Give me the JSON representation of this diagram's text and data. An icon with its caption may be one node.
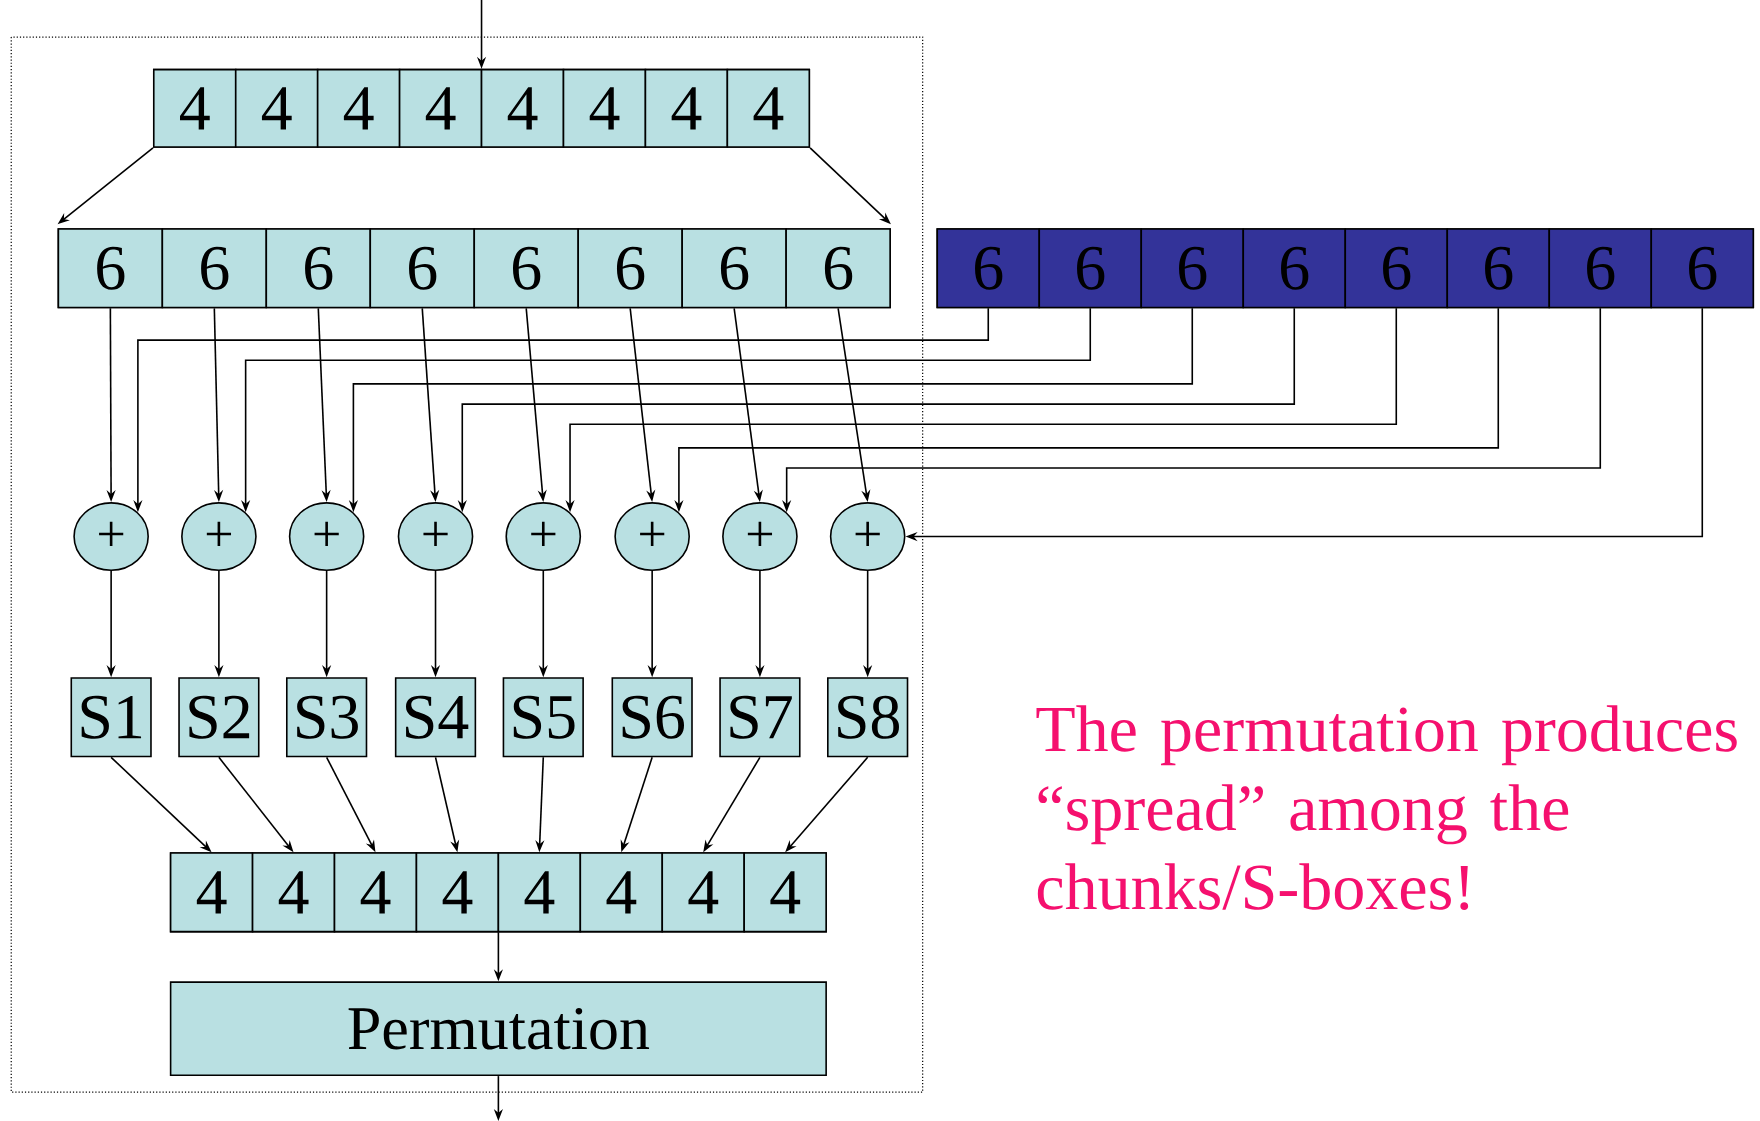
{
  "diagram": {
    "nodes": [
      {
        "text": [],
        "shape": "bar"
      },
      {
        "text": [
          "4"
        ],
        "in": 0
      },
      {
        "text": [
          "4"
        ],
        "in": 0
      },
      {
        "text": [
          "4"
        ],
        "in": 0
      },
      {
        "text": [
          "4"
        ],
        "in": 0
      },
      {
        "text": [
          "4"
        ],
        "in": 0
      },
      {
        "text": [
          "4"
        ],
        "in": 0
      },
      {
        "text": [
          "4"
        ],
        "in": 0
      },
      {
        "text": [
          "4"
        ],
        "in": 0
      },
      {
        "text": [],
        "shape": "bar"
      },
      {
        "text": [
          "6"
        ],
        "in": 9
      },
      {
        "text": [
          "6"
        ],
        "in": 9
      },
      {
        "text": [
          "6"
        ],
        "in": 9
      },
      {
        "text": [
          "6"
        ],
        "in": 9
      },
      {
        "text": [
          "6"
        ],
        "in": 9
      },
      {
        "text": [
          "6"
        ],
        "in": 9
      },
      {
        "text": [
          "6"
        ],
        "in": 9
      },
      {
        "text": [
          "6"
        ],
        "in": 9
      },
      {
        "text": [],
        "shape": "bar"
      },
      {
        "text": [
          "6"
        ],
        "in": 18
      },
      {
        "text": [
          "6"
        ],
        "in": 18
      },
      {
        "text": [
          "6"
        ],
        "in": 18
      },
      {
        "text": [
          "6"
        ],
        "in": 18
      },
      {
        "text": [
          "6"
        ],
        "in": 18
      },
      {
        "text": [
          "6"
        ],
        "in": 18
      },
      {
        "text": [
          "6"
        ],
        "in": 18
      },
      {
        "text": [
          "6"
        ],
        "in": 18
      },
      {
        "text": [
          "+"
        ]
      },
      {
        "text": [
          "+"
        ]
      },
      {
        "text": [
          "+"
        ]
      },
      {
        "text": [
          "+"
        ]
      },
      {
        "text": [
          "+"
        ]
      },
      {
        "text": [
          "+"
        ]
      },
      {
        "text": [
          "+"
        ]
      },
      {
        "text": [
          "+"
        ]
      },
      {
        "text": [
          "S1"
        ]
      },
      {
        "text": [
          "S2"
        ]
      },
      {
        "text": [
          "S3"
        ]
      },
      {
        "text": [
          "S4"
        ]
      },
      {
        "text": [
          "S5"
        ]
      },
      {
        "text": [
          "S6"
        ]
      },
      {
        "text": [
          "S7"
        ]
      },
      {
        "text": [
          "S8"
        ]
      },
      {
        "text": [],
        "shape": "bar"
      },
      {
        "text": [
          "4"
        ],
        "in": 43
      },
      {
        "text": [
          "4"
        ],
        "in": 43
      },
      {
        "text": [
          "4"
        ],
        "in": 43
      },
      {
        "text": [
          "4"
        ],
        "in": 43
      },
      {
        "text": [
          "4"
        ],
        "in": 43
      },
      {
        "text": [
          "4"
        ],
        "in": 43
      },
      {
        "text": [
          "4"
        ],
        "in": 43
      },
      {
        "text": [
          "4"
        ],
        "in": 43
      },
      {
        "text": [
          "Permutation"
        ]
      }
    ],
    "edges": [
      {
        "from": null,
        "to": 0,
        "arrow": "to"
      },
      {
        "from": 0,
        "to": 9,
        "arrow": "to"
      },
      {
        "from": 0,
        "to": 9,
        "arrow": "to"
      },
      {
        "from": 10,
        "to": 27,
        "arrow": "to"
      },
      {
        "from": 11,
        "to": 28,
        "arrow": "to"
      },
      {
        "from": 12,
        "to": 29,
        "arrow": "to"
      },
      {
        "from": 13,
        "to": 30,
        "arrow": "to"
      },
      {
        "from": 14,
        "to": 31,
        "arrow": "to"
      },
      {
        "from": 15,
        "to": 32,
        "arrow": "to"
      },
      {
        "from": 16,
        "to": 33,
        "arrow": "to"
      },
      {
        "from": 17,
        "to": 34,
        "arrow": "to"
      },
      {
        "from": 19,
        "to": 27,
        "arrow": "to"
      },
      {
        "from": 20,
        "to": 28,
        "arrow": "to"
      },
      {
        "from": 21,
        "to": 29,
        "arrow": "to"
      },
      {
        "from": 22,
        "to": 30,
        "arrow": "to"
      },
      {
        "from": 23,
        "to": 31,
        "arrow": "to"
      },
      {
        "from": 24,
        "to": 32,
        "arrow": "to"
      },
      {
        "from": 25,
        "to": 33,
        "arrow": "to"
      },
      {
        "from": 26,
        "to": 34,
        "arrow": "to"
      },
      {
        "from": 27,
        "to": 35,
        "arrow": "to"
      },
      {
        "from": 28,
        "to": 36,
        "arrow": "to"
      },
      {
        "from": 29,
        "to": 37,
        "arrow": "to"
      },
      {
        "from": 30,
        "to": 38,
        "arrow": "to"
      },
      {
        "from": 31,
        "to": 39,
        "arrow": "to"
      },
      {
        "from": 32,
        "to": 40,
        "arrow": "to"
      },
      {
        "from": 33,
        "to": 41,
        "arrow": "to"
      },
      {
        "from": 34,
        "to": 42,
        "arrow": "to"
      },
      {
        "from": 35,
        "to": 44,
        "arrow": "to"
      },
      {
        "from": 36,
        "to": 45,
        "arrow": "to"
      },
      {
        "from": 37,
        "to": 46,
        "arrow": "to"
      },
      {
        "from": 38,
        "to": 47,
        "arrow": "to"
      },
      {
        "from": 39,
        "to": 48,
        "arrow": "to"
      },
      {
        "from": 40,
        "to": 49,
        "arrow": "to"
      },
      {
        "from": 41,
        "to": 50,
        "arrow": "to"
      },
      {
        "from": 42,
        "to": 51,
        "arrow": "to"
      },
      {
        "from": 43,
        "to": 52,
        "arrow": "to"
      },
      {
        "from": 52,
        "to": null,
        "arrow": "to"
      }
    ],
    "labels": [
      "The permutation produces “spread” among the chunks/S-boxes!"
    ]
  }
}
